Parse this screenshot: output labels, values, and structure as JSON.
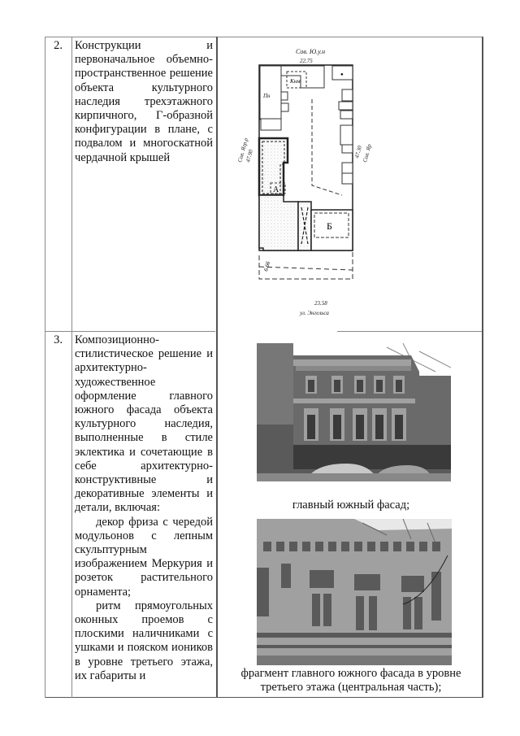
{
  "table": {
    "rows": [
      {
        "number": "2.",
        "text_paragraphs": [
          "Конструкции и первоначальное объемно-пространственное решение объекта культурного наследия трехэтажного кирпичного, Г-образной конфигурации в плане, с подвалом и многоскатной чердачной крышей"
        ],
        "figure": {
          "type": "site-plan",
          "labels": {
            "top_street": "Сов. Ю.у.н",
            "top_dim": "22.75",
            "left_street": "Сов. Ягр.р",
            "left_dim": "47.90",
            "right_street": "Сов. Яр",
            "right_dim": "47.30",
            "bottom_dim": "23.58",
            "bottom_street": "ул. Энгельса",
            "block_a": "А",
            "block_b": "Б"
          }
        }
      },
      {
        "number": "3.",
        "text_paragraphs": [
          "Композиционно-стилистическое решение и архитектурно-художественное оформление главного южного фасада объекта культурного наследия, выполненные в стиле эклектика и сочетающие в себе архитектурно-конструктивные и декоративные элементы и детали, включая:",
          "декор фриза с чередой модульонов с лепным скульптурным изображением Меркурия и розеток растительного орнамента;",
          "ритм прямоугольных оконных проемов с плоскими наличниками с ушками и пояском иоников в уровне третьего этажа, их габариты и"
        ],
        "figures": [
          {
            "type": "photo",
            "caption": "главный южный фасад;"
          },
          {
            "type": "photo",
            "caption": "фрагмент главного южного фасада в уровне третьего этажа (центральная часть);"
          }
        ]
      }
    ]
  },
  "colors": {
    "border_light": "#8a8a8a",
    "border_dark": "#555555",
    "photo_dark": "#5a5a5a",
    "photo_mid": "#a0a0a0",
    "photo_light": "#ffffff"
  }
}
